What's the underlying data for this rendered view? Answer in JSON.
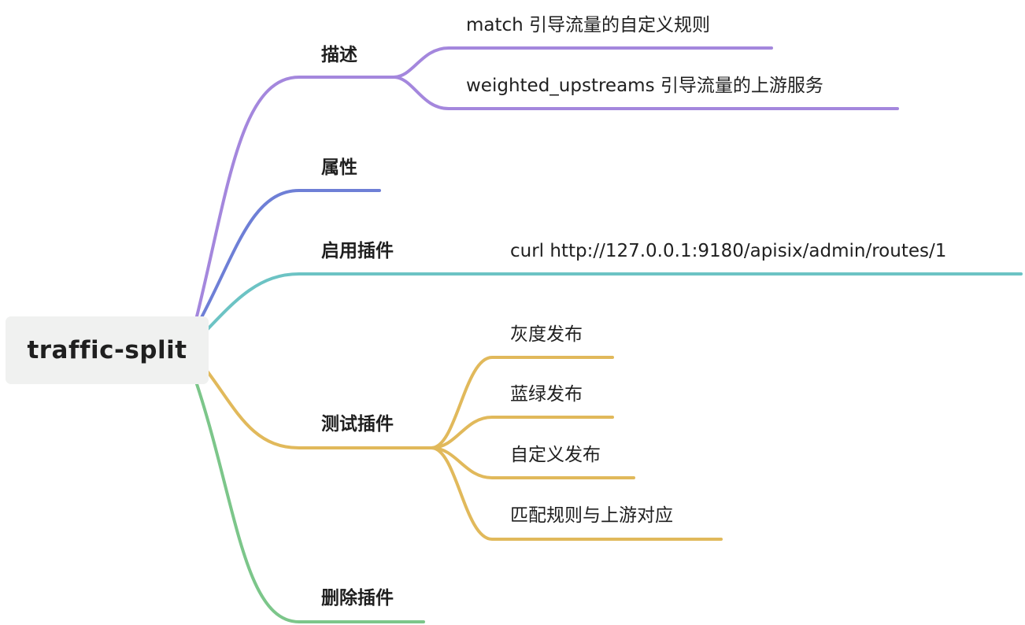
{
  "root": {
    "label": "traffic-split"
  },
  "branches": [
    {
      "label": "描述",
      "color": "#a487dd",
      "children": [
        {
          "label": "match 引导流量的自定义规则"
        },
        {
          "label": "weighted_upstreams 引导流量的上游服务"
        }
      ]
    },
    {
      "label": "属性",
      "color": "#6e7fd6",
      "children": []
    },
    {
      "label": "启用插件",
      "color": "#6cc3c4",
      "children": [
        {
          "label": "curl http://127.0.0.1:9180/apisix/admin/routes/1"
        }
      ]
    },
    {
      "label": "测试插件",
      "color": "#e1b95b",
      "children": [
        {
          "label": "灰度发布"
        },
        {
          "label": "蓝绿发布"
        },
        {
          "label": "自定义发布"
        },
        {
          "label": "匹配规则与上游对应"
        }
      ]
    },
    {
      "label": "删除插件",
      "color": "#7cc68a",
      "children": []
    }
  ]
}
